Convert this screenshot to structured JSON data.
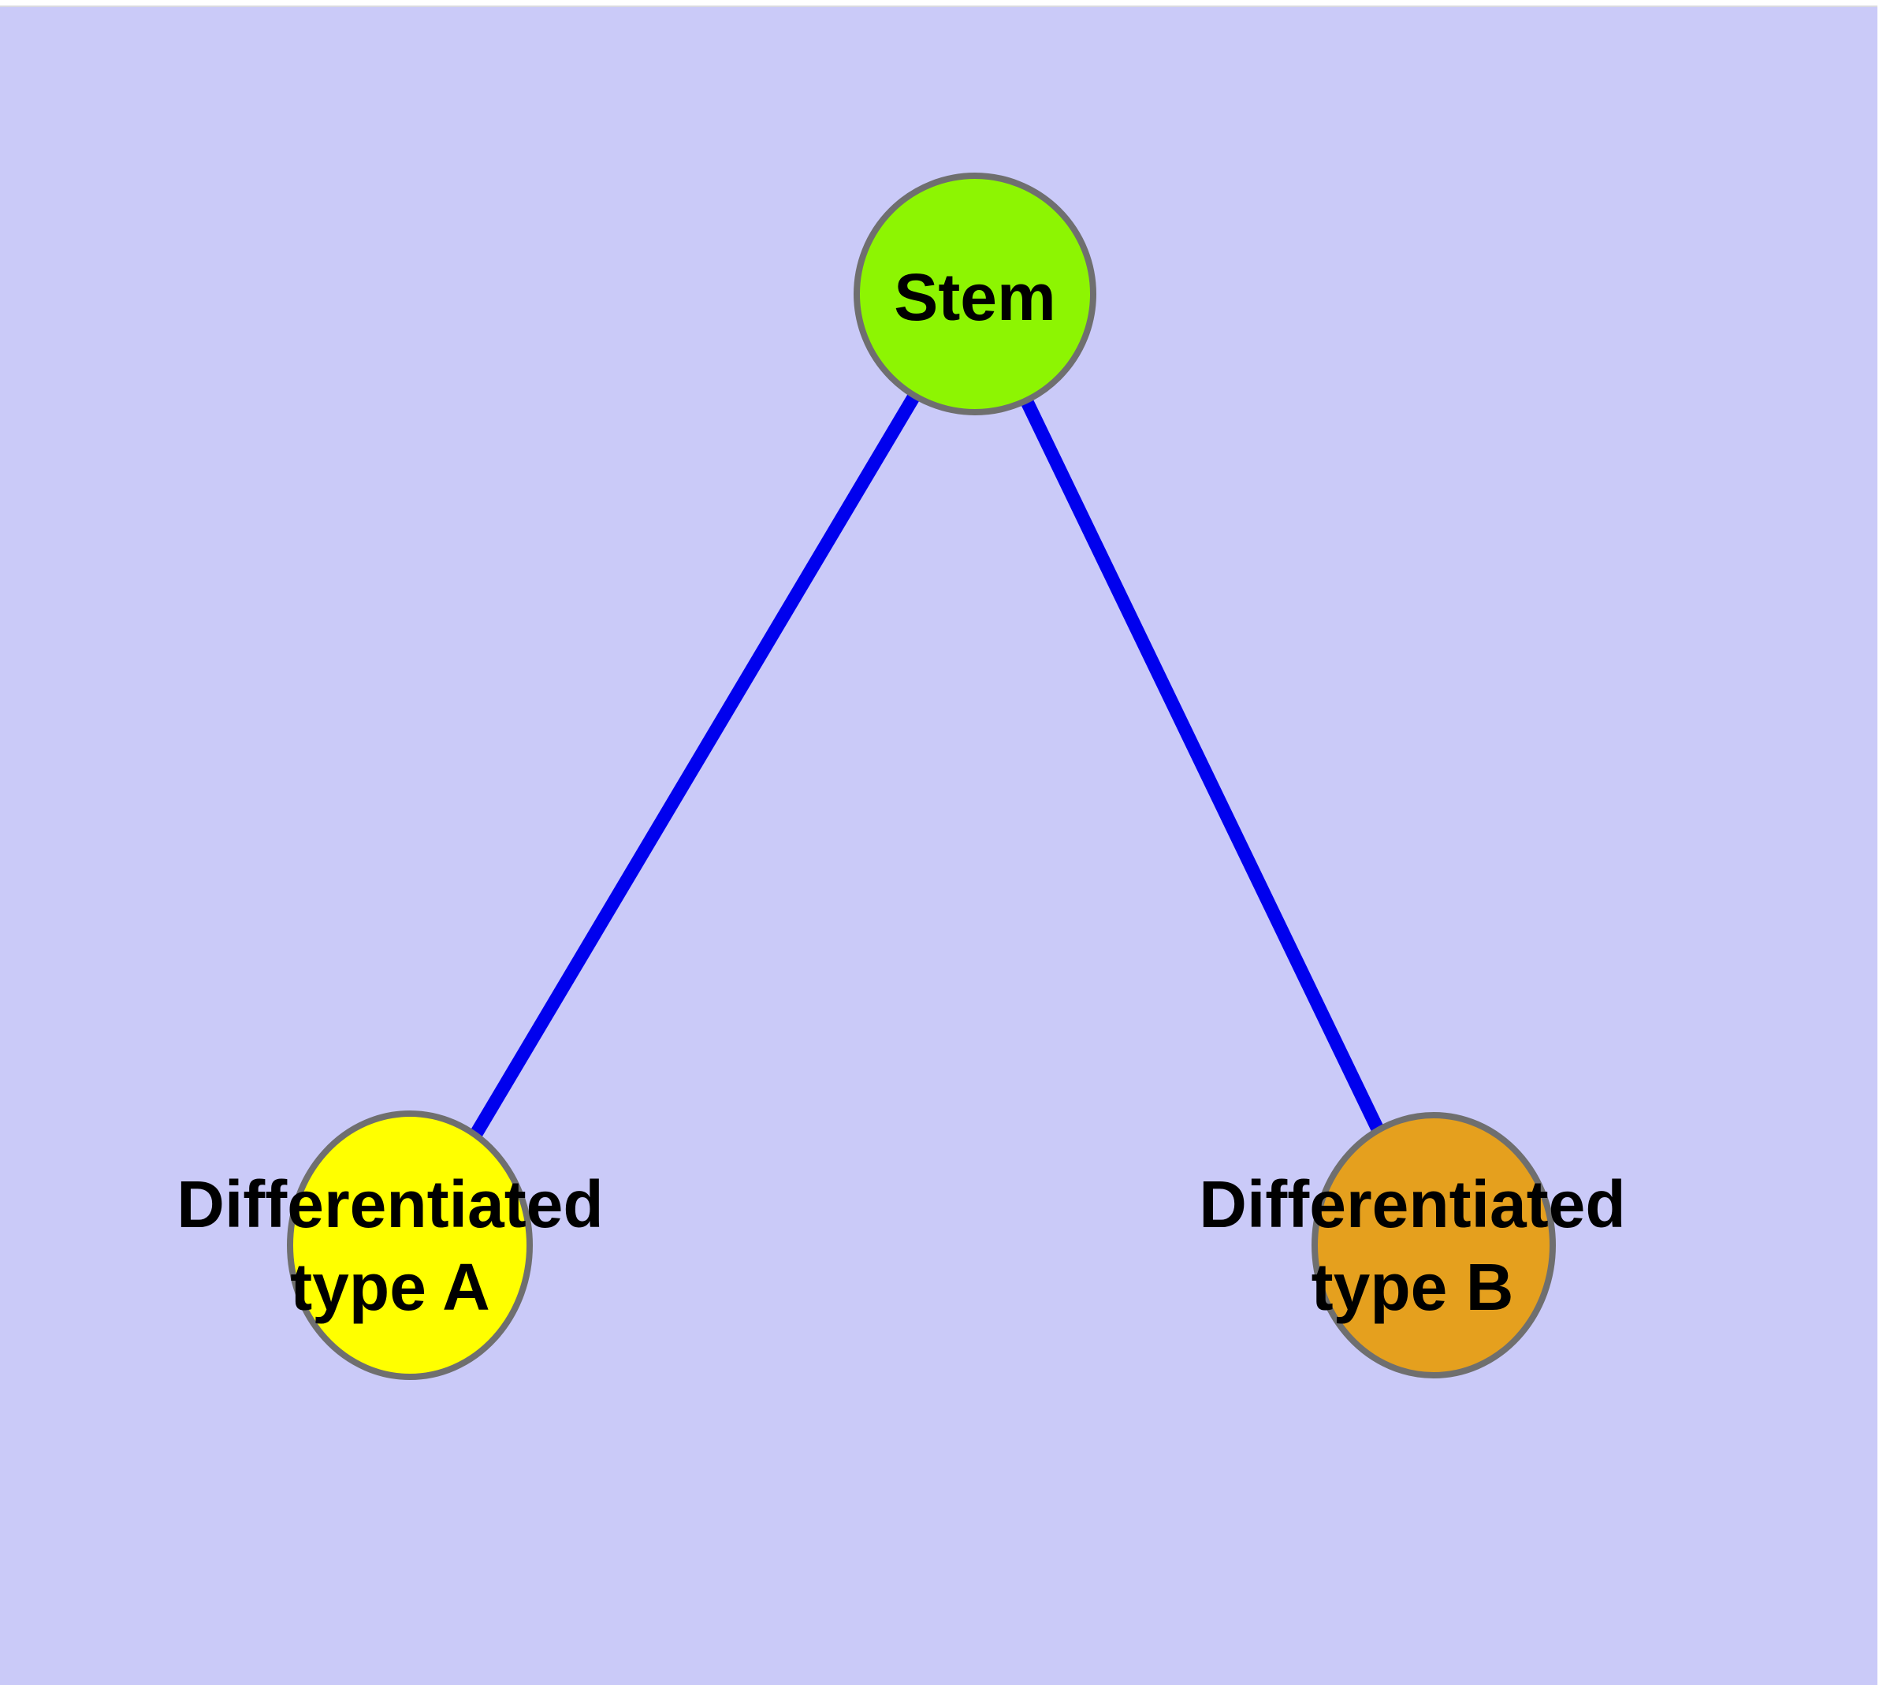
{
  "diagram": {
    "type": "node-link-graph",
    "background_color": "#CACAF8",
    "top_margin_color": "#FFFFFF",
    "top_margin_divider_color": "#DADAE0",
    "node_border_color": "#6F6F6F",
    "edge_color": "#0000EE",
    "label_color": "#000000",
    "nodes": [
      {
        "id": "stem",
        "label": "Stem",
        "label_line1": "Stem",
        "label_line2": "",
        "fill": "#8DF502"
      },
      {
        "id": "differentiated-type-a",
        "label": "Differentiated type A",
        "label_line1": "Differentiated",
        "label_line2": "type A",
        "fill": "#FFFF00"
      },
      {
        "id": "differentiated-type-b",
        "label": "Differentiated type B",
        "label_line1": "Differentiated",
        "label_line2": "type B",
        "fill": "#E5A01E"
      }
    ],
    "edges": [
      {
        "from": "Stem",
        "to": "Differentiated type A"
      },
      {
        "from": "Stem",
        "to": "Differentiated type B"
      }
    ]
  }
}
